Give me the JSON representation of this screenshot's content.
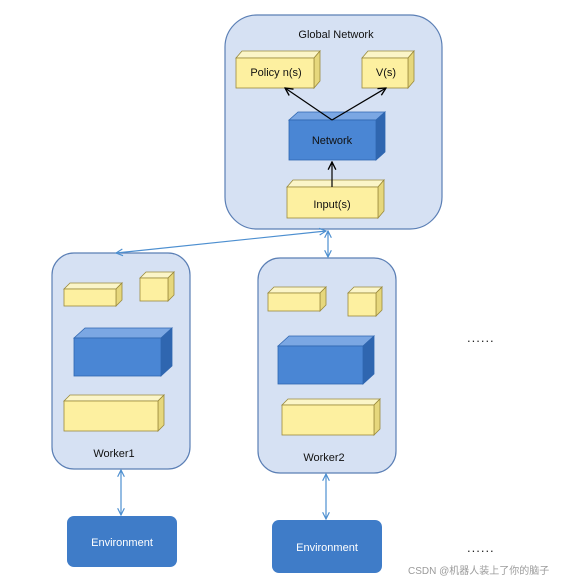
{
  "global": {
    "title": "Global Network"
  },
  "policy": {
    "label": "Policy n(s)"
  },
  "value": {
    "label": "V(s)"
  },
  "network": {
    "label": "Network"
  },
  "input": {
    "label": "Input(s)"
  },
  "workers": [
    {
      "label": "Worker1"
    },
    {
      "label": "Worker2"
    }
  ],
  "environments": [
    {
      "label": "Environment"
    },
    {
      "label": "Environment"
    }
  ],
  "ellipsis": "......",
  "watermark": "CSDN @机器人装上了你的脑子",
  "colors": {
    "panel_fill": "#d6e1f3",
    "panel_stroke": "#5b7fb5",
    "yellow_front": "#fdf0a0",
    "yellow_top": "#fbf5c8",
    "yellow_side": "#e6d77c",
    "yellow_stroke": "#9a8a3c",
    "blue_front": "#4a86d4",
    "blue_top": "#7ba7e3",
    "blue_side": "#2f66b0",
    "env_fill": "#3f7cc8",
    "arrow_light": "#4d8fd0",
    "arrow_dark": "#000000"
  }
}
